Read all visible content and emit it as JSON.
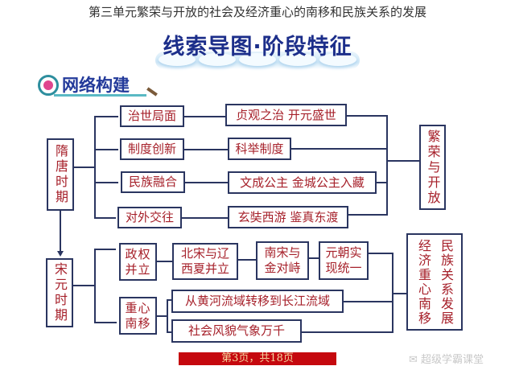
{
  "unit_title": "第三单元繁荣与开放的社会及经济重心的南移和民族关系的发展",
  "banner": {
    "text": "线索导图·阶段特征"
  },
  "section": {
    "title": "网络构建",
    "icon": "bullet-circle-icon"
  },
  "sui_tang": {
    "period": "隋唐时期",
    "aspects": [
      {
        "label": "治世局面",
        "detail": "贞观之治  开元盛世"
      },
      {
        "label": "制度创新",
        "detail": "科举制度"
      },
      {
        "label": "民族融合",
        "detail": "文成公主  金城公主入藏"
      },
      {
        "label": "对外交往",
        "detail": "玄奘西游  鉴真东渡"
      }
    ],
    "feature": "繁荣与开放"
  },
  "song_yuan": {
    "period": "宋元时期",
    "politics": {
      "label": "政权并立",
      "stages": [
        "北宋与辽西夏并立",
        "南宋与金对峙",
        "元朝实现统一"
      ]
    },
    "economy": {
      "label": "重心南移",
      "details": [
        "从黄河流域转移到长江流域",
        "社会风貌气象万千"
      ]
    },
    "feature_left": "民族关系发展",
    "feature_right": "经济重心南移"
  },
  "footer": {
    "page_indicator": "第3页，共18页"
  },
  "watermark": "超级学霸课堂",
  "colors": {
    "box_text": "#a6202a",
    "box_border": "#2a3560",
    "footer_bg": "#c5080e",
    "banner_text": "#1c2e8a"
  }
}
